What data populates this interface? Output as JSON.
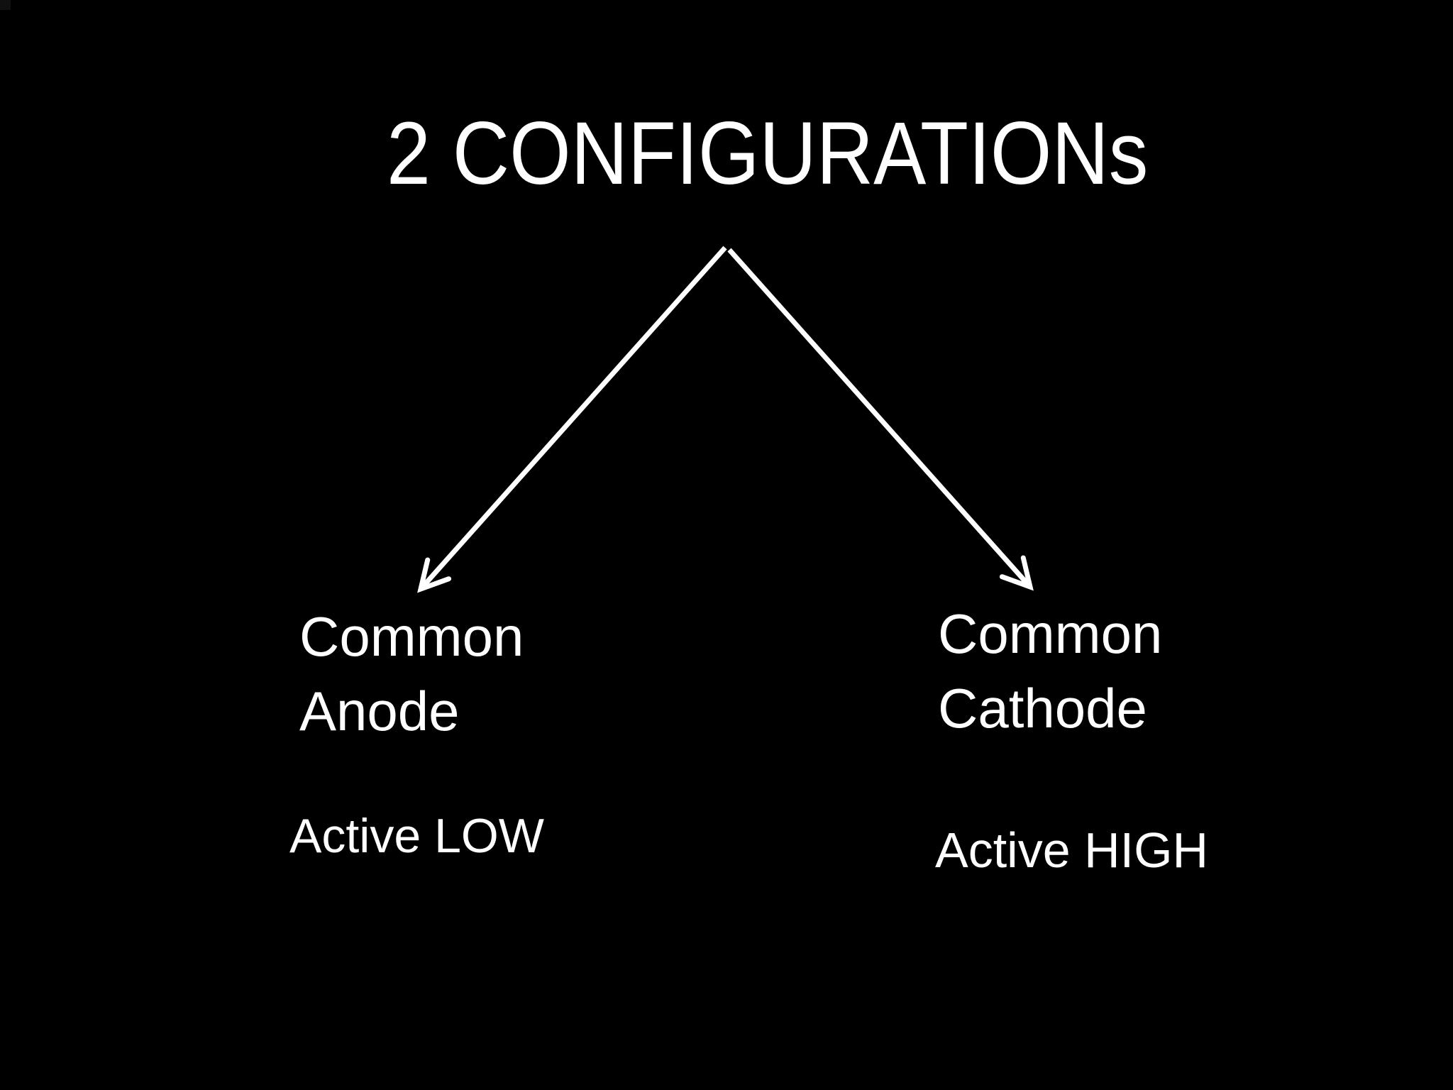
{
  "slide": {
    "title": "2 CONFIGURATIONs",
    "background_color": "#000000",
    "text_color": "#ffffff",
    "branches": [
      {
        "line1": "Common",
        "line2": "Anode",
        "note": "Active LOW"
      },
      {
        "line1": "Common",
        "line2": "Cathode",
        "note": "Active HIGH"
      }
    ]
  }
}
